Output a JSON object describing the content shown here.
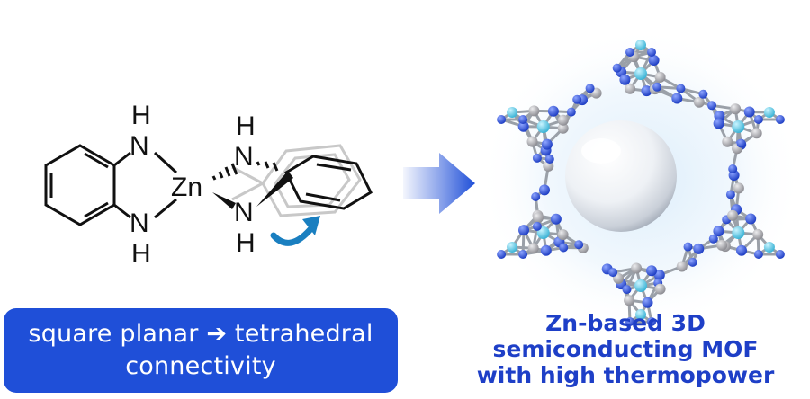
{
  "molecule": {
    "metal": "Zn",
    "atoms": {
      "n_top_left_h": "H",
      "n_top_left": "N",
      "n_bottom_left": "N",
      "n_bottom_left_h": "H",
      "n_top_right_h": "H",
      "n_top_right": "N",
      "n_bottom_right": "N",
      "n_bottom_right_h": "H"
    }
  },
  "badge": {
    "line1": "square planar ➔ tetrahedral",
    "line2": "connectivity"
  },
  "caption": {
    "line1": "Zn-based 3D",
    "line2": "semiconducting MOF",
    "line3": "with high thermopower"
  },
  "colors": {
    "badge_bg": "#1f4fd8",
    "caption_text": "#1e3fc7",
    "rotation_arrow": "#1a7fc0",
    "atom_nitrogen": "#2a4fd6",
    "atom_zinc": "#5cc8e0",
    "atom_carbon": "#a9a9ad"
  },
  "icons": {
    "rotation": "curved-arrow-icon",
    "transition": "right-arrow-icon"
  }
}
